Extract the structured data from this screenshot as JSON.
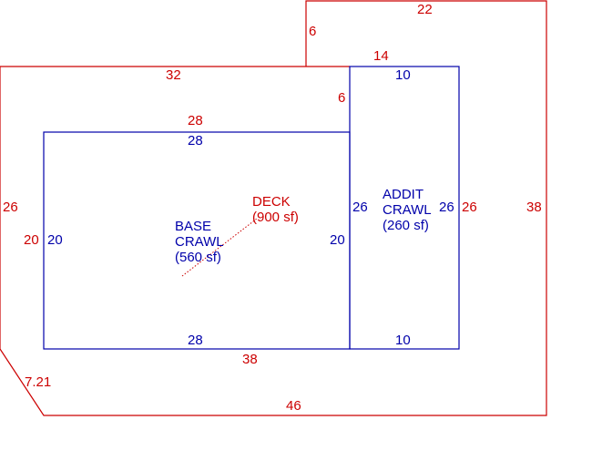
{
  "colors": {
    "deck": "#cc0000",
    "crawl": "#0000aa"
  },
  "deck": {
    "name": "DECK",
    "area": "(900 sf)",
    "dims": {
      "top_upper": "22",
      "left_step": "6",
      "mid_top": "14",
      "top_left": "32",
      "inner_step": "6",
      "inner_top": "28",
      "left_side": "26",
      "left_inner": "20",
      "right_side": "38",
      "right_inner": "26",
      "bottom_inner": "38",
      "diagonal": "7.21",
      "bottom": "46"
    }
  },
  "base_crawl": {
    "name_line1": "BASE",
    "name_line2": "CRAWL",
    "area": "(560 sf)",
    "dims": {
      "top": "28",
      "bottom": "28",
      "left": "20",
      "right": "20"
    }
  },
  "addit_crawl": {
    "name_line1": "ADDIT",
    "name_line2": "CRAWL",
    "area": "(260 sf)",
    "dims": {
      "top": "10",
      "bottom": "10",
      "left": "26",
      "right": "26"
    }
  }
}
